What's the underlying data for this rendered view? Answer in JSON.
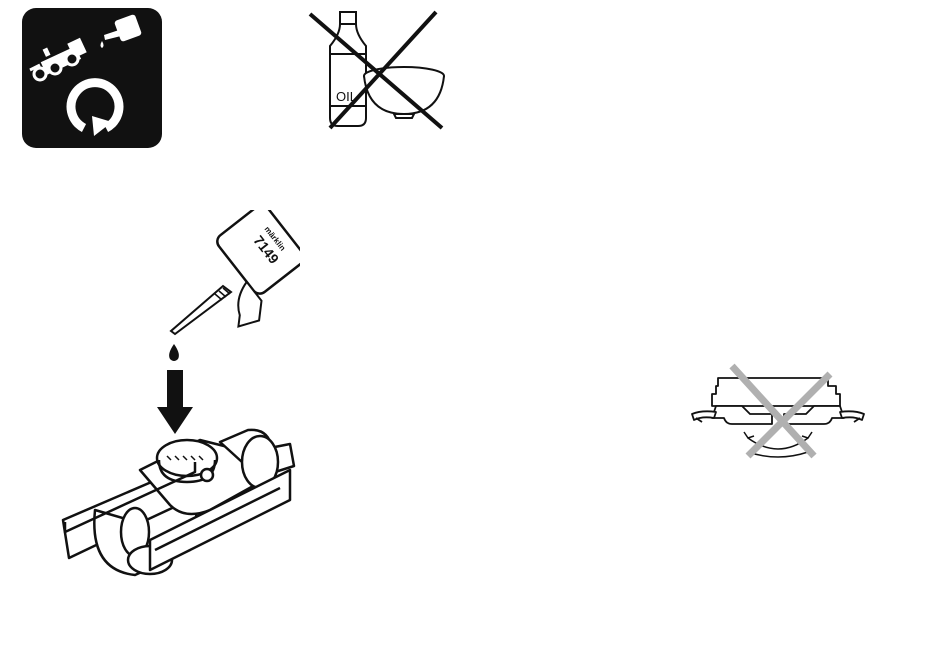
{
  "no_oil_figure": {
    "bottle_label": "OIL"
  },
  "oil_bottle": {
    "brand": "märklin",
    "part_number": "7149"
  },
  "colors": {
    "ink": "#111111",
    "paper": "#ffffff",
    "cross_gray": "#b0b0b0"
  },
  "icons": [
    "maintenance-locomotive-icon",
    "no-oil-icon",
    "oil-drop-icon",
    "down-arrow-icon",
    "no-twist-cross-icon"
  ]
}
